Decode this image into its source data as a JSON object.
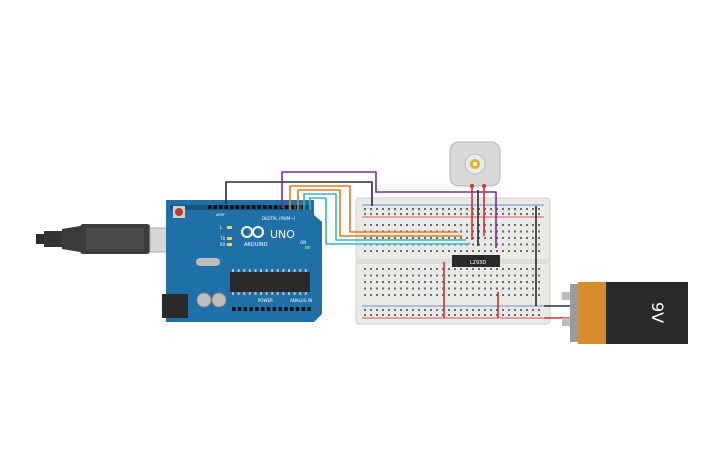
{
  "arduino": {
    "brand": "ARDUINO",
    "model": "UNO",
    "header_digital": "DIGITAL (PWM~)",
    "header_power": "POWER",
    "header_analog": "ANALOG IN",
    "silk_aref": "AREF",
    "silk_l": "L",
    "silk_tx": "TX",
    "silk_rx": "RX",
    "silk_on": "ON"
  },
  "driver_chip": {
    "label": "L293D"
  },
  "battery": {
    "label": "9V"
  },
  "colors": {
    "board": "#1f6fa8",
    "breadboard": "#e9e9e7",
    "battery_body": "#d88a2f",
    "battery_cap": "#2a2a2a",
    "wire_black": "#2b2b2b",
    "wire_purple": "#7a2e8e",
    "wire_orange": "#e07b1e",
    "wire_teal": "#3ab4c6",
    "wire_red": "#d52c2c",
    "motor_body": "#d9d9d9",
    "motor_shaft": "#e2b12a"
  },
  "icons": [
    "usb-cable-icon",
    "dc-motor-icon",
    "battery-icon",
    "ic-chip-icon"
  ]
}
